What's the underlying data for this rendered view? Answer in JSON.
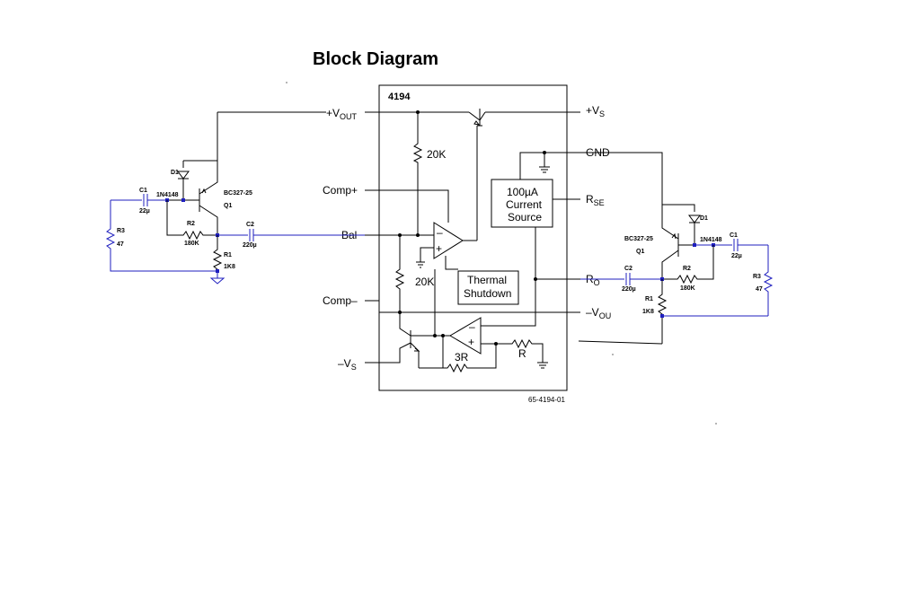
{
  "title": "Block Diagram",
  "chip": {
    "name": "4194",
    "figure_id": "65-4194-01",
    "pins": {
      "vout_pos": "+V",
      "vout_pos_sub": "OUT",
      "vs_pos": "+V",
      "vs_pos_sub": "S",
      "gnd": "GND",
      "comp_pos": "Comp+",
      "rse": "R",
      "rse_sub": "SE",
      "bal": "Bal",
      "ro": "R",
      "ro_sub": "O",
      "comp_neg": "Comp–",
      "vou_neg": "–V",
      "vou_neg_sub": "OU",
      "vs_neg": "–V",
      "vs_neg_sub": "S"
    },
    "internal": {
      "res_top": "20K",
      "res_mid": "20K",
      "current_source": [
        "100µA",
        "Current",
        "Source"
      ],
      "thermal": [
        "Thermal",
        "Shutdown"
      ],
      "res_3r": "3R",
      "res_r": "R"
    }
  },
  "left_circuit": {
    "c1": "C1",
    "c1_val": "22µ",
    "d_part": "1N4148",
    "d1": "D1",
    "q_part": "BC327-25",
    "q1": "Q1",
    "r2": "R2",
    "r2_val": "180K",
    "c2": "C2",
    "c2_val": "220µ",
    "r3": "R3",
    "r3_val": "47",
    "r1": "R1",
    "r1_val": "1K8"
  },
  "right_circuit": {
    "c1": "C1",
    "c1_val": "22µ",
    "d_part": "1N4148",
    "d1": "D1",
    "q_part": "BC327-25",
    "q1": "Q1",
    "r2": "R2",
    "r2_val": "180K",
    "c2": "C2",
    "c2_val": "220µ",
    "r3": "R3",
    "r3_val": "47",
    "r1": "R1",
    "r1_val": "1K8"
  }
}
